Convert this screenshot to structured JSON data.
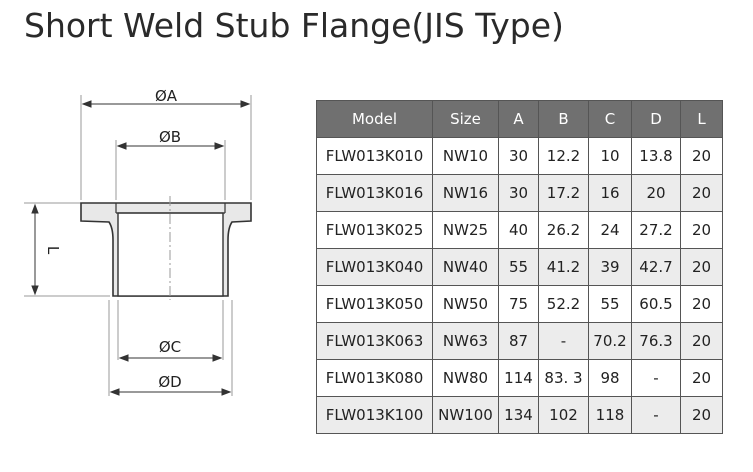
{
  "title": "Short Weld Stub Flange(JIS Type)",
  "drawing": {
    "labels": {
      "A": "ØA",
      "B": "ØB",
      "C": "ØC",
      "D": "ØD",
      "L": "L"
    }
  },
  "table": {
    "headers": [
      "Model",
      "Size",
      "A",
      "B",
      "C",
      "D",
      "L"
    ],
    "rows": [
      [
        "FLW013K010",
        "NW10",
        "30",
        "12.2",
        "10",
        "13.8",
        "20"
      ],
      [
        "FLW013K016",
        "NW16",
        "30",
        "17.2",
        "16",
        "20",
        "20"
      ],
      [
        "FLW013K025",
        "NW25",
        "40",
        "26.2",
        "24",
        "27.2",
        "20"
      ],
      [
        "FLW013K040",
        "NW40",
        "55",
        "41.2",
        "39",
        "42.7",
        "20"
      ],
      [
        "FLW013K050",
        "NW50",
        "75",
        "52.2",
        "55",
        "60.5",
        "20"
      ],
      [
        "FLW013K063",
        "NW63",
        "87",
        "-",
        "70.2",
        "76.3",
        "20"
      ],
      [
        "FLW013K080",
        "NW80",
        "114",
        "83. 3",
        "98",
        "-",
        "20"
      ],
      [
        "FLW013K100",
        "NW100",
        "134",
        "102",
        "118",
        "-",
        "20"
      ]
    ]
  }
}
